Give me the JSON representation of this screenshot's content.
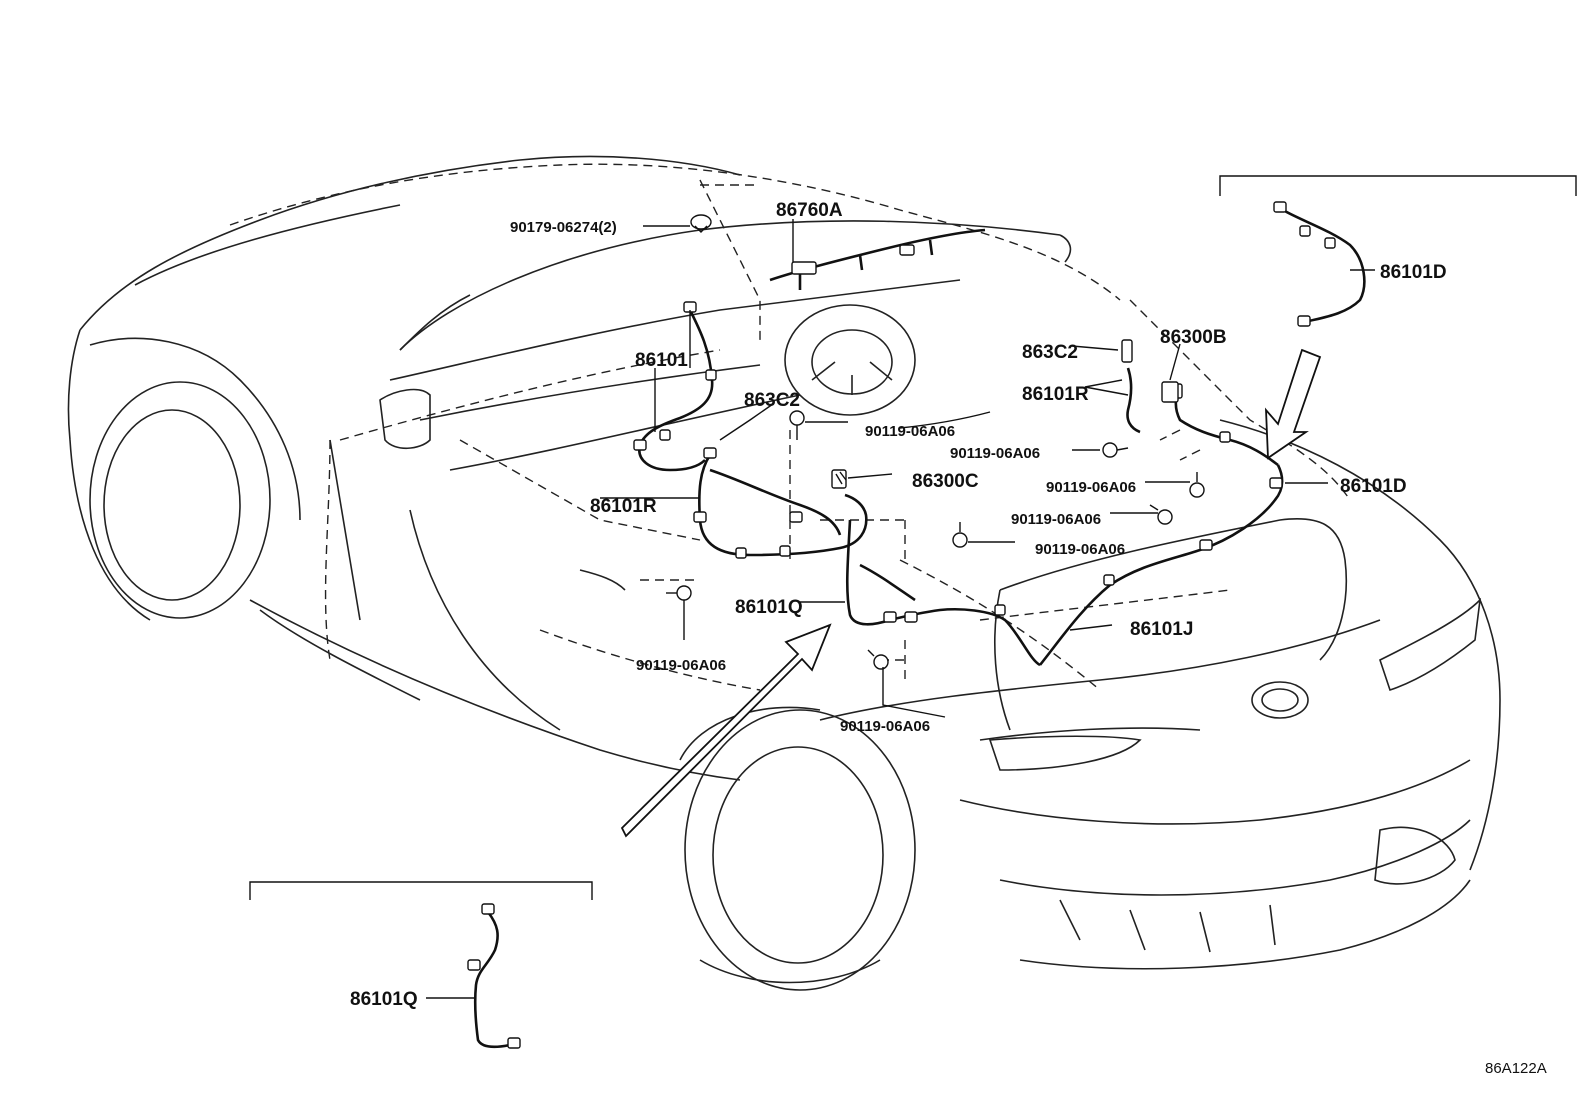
{
  "labels": {
    "p86760A": "86760A",
    "p90179": "90179-06274(2)",
    "p86101": "86101",
    "p863C2_left": "863C2",
    "p90119_center": "90119-06A06",
    "p86101R_left": "86101R",
    "p86300C": "86300C",
    "p863C2_right": "863C2",
    "p86300B": "86300B",
    "p86101R_right": "86101R",
    "p90119_right1": "90119-06A06",
    "p90119_right2": "90119-06A06",
    "p90119_right3": "90119-06A06",
    "p90119_right4": "90119-06A06",
    "p86101D_top": "86101D",
    "p86101D_right": "86101D",
    "p86101J": "86101J",
    "p86101Q_center": "86101Q",
    "p90119_bottomleft": "90119-06A06",
    "p90119_bottomcenter": "90119-06A06",
    "p86101Q_inset": "86101Q",
    "diagram_ref": "86A122A"
  }
}
